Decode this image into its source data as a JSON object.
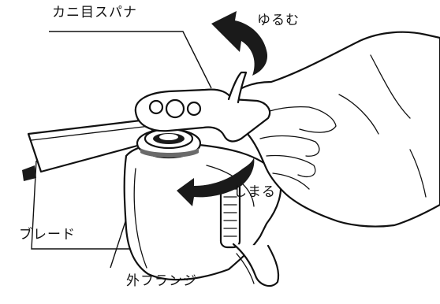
{
  "labels": {
    "spanner": "カニ目スパナ",
    "loosen": "ゆるむ",
    "tighten": "しまる",
    "blade": "ブレード",
    "flange": "外フランジ"
  }
}
